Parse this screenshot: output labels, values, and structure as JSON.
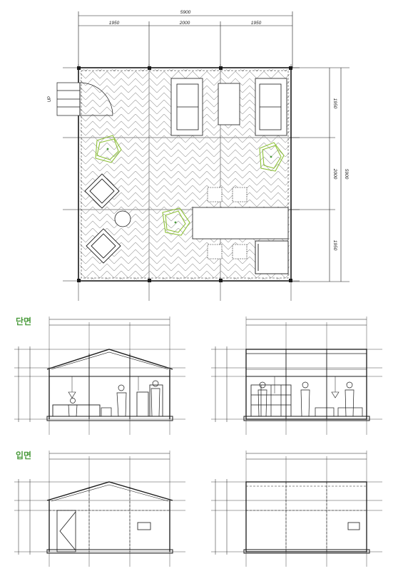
{
  "labels": {
    "section": "단면",
    "elevation": "입면"
  },
  "plan": {
    "dim_total": "5900",
    "dim_segments": [
      "1950",
      "2000",
      "1950"
    ],
    "dim_right_total": "5900",
    "dim_right_segments": [
      "1950",
      "2000",
      "1950"
    ],
    "stair_label": "UP"
  },
  "colors": {
    "line": "#1a1a1a",
    "green": "#8fc23a",
    "label_green": "#4a9b3c"
  }
}
